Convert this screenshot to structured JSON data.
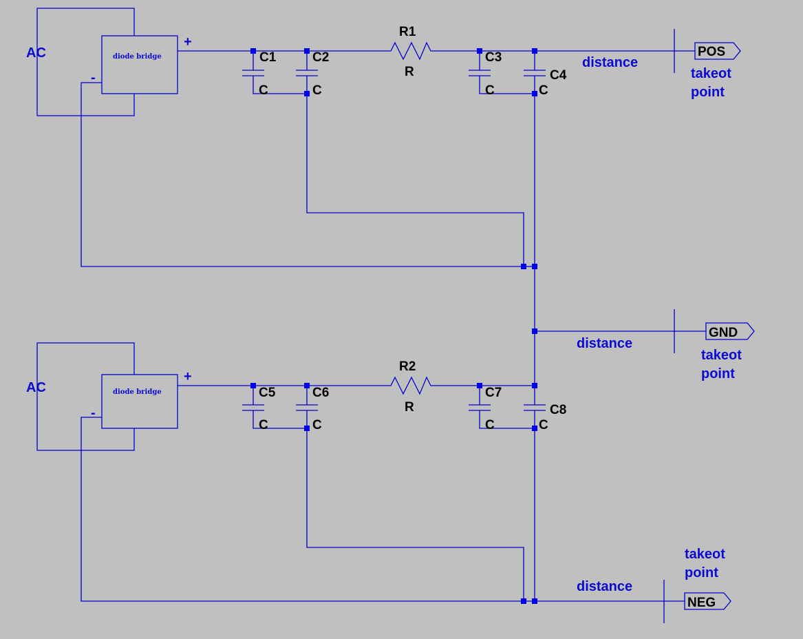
{
  "upper": {
    "source_label": "AC",
    "bridge_label": "diode bridge",
    "plus_label": "+",
    "minus_label": "-",
    "capacitors": [
      {
        "ref": "C1",
        "value": "C"
      },
      {
        "ref": "C2",
        "value": "C"
      },
      {
        "ref": "C3",
        "value": "C"
      },
      {
        "ref": "C4",
        "value": "C"
      }
    ],
    "resistor": {
      "ref": "R1",
      "value": "R"
    },
    "distance_label": "distance",
    "flag_label": "POS",
    "takeoff_label": [
      "takeot",
      "point"
    ]
  },
  "middle": {
    "distance_label": "distance",
    "flag_label": "GND",
    "takeoff_label": [
      "takeot",
      "point"
    ]
  },
  "lower": {
    "source_label": "AC",
    "bridge_label": "diode bridge",
    "plus_label": "+",
    "minus_label": "-",
    "capacitors": [
      {
        "ref": "C5",
        "value": "C"
      },
      {
        "ref": "C6",
        "value": "C"
      },
      {
        "ref": "C7",
        "value": "C"
      },
      {
        "ref": "C8",
        "value": "C"
      }
    ],
    "resistor": {
      "ref": "R2",
      "value": "R"
    },
    "distance_label": "distance",
    "flag_label": "NEG",
    "takeoff_label": [
      "takeot",
      "point"
    ]
  },
  "colors": {
    "background": "#c0c0c0",
    "wire": "#0000cc",
    "junction": "#0000ee",
    "label_blue": "#0a0ad0",
    "label_black": "#000000"
  }
}
